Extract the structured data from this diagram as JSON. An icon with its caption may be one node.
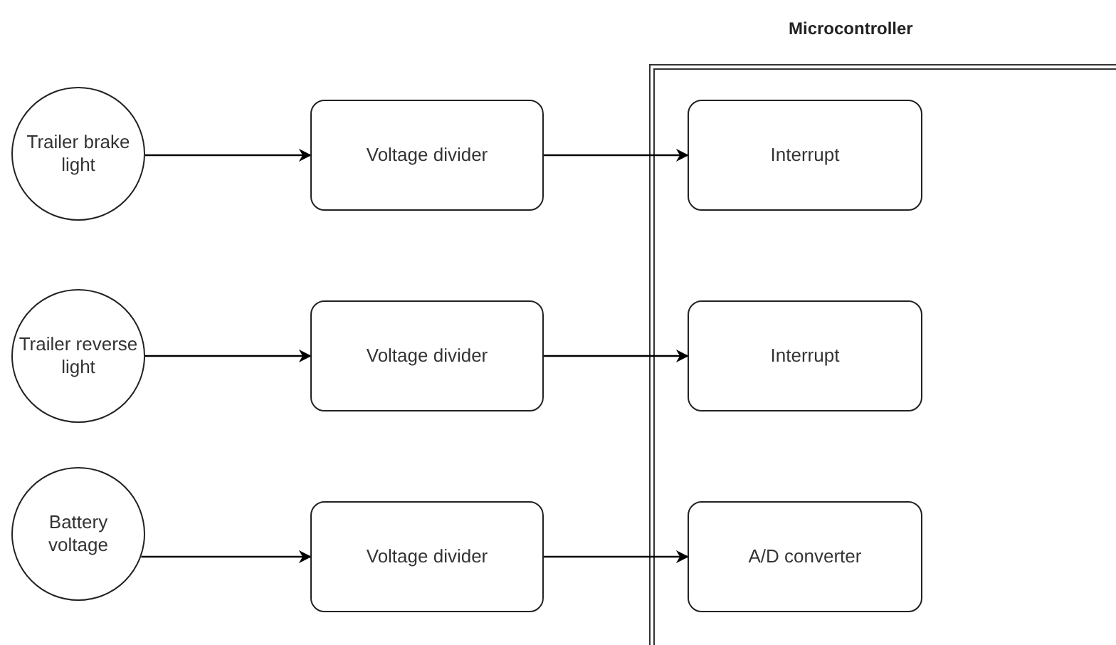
{
  "diagram": {
    "nodes": [
      {
        "text": [
          "Microcontroller"
        ]
      },
      {
        "text": [
          "Trailer brake light"
        ]
      },
      {
        "text": [
          "Voltage divider"
        ]
      },
      {
        "text": [
          "Interrupt"
        ],
        "in": 0
      },
      {
        "text": [
          "Trailer reverse light"
        ]
      },
      {
        "text": [
          "Voltage divider"
        ]
      },
      {
        "text": [
          "Interrupt"
        ],
        "in": 0
      },
      {
        "text": [
          "Battery voltage"
        ]
      },
      {
        "text": [
          "Voltage divider"
        ]
      },
      {
        "text": [
          "A/D converter"
        ],
        "in": 0
      }
    ],
    "edges": [
      {
        "from": 1,
        "to": 2,
        "arrow": "to"
      },
      {
        "from": 2,
        "to": 3,
        "arrow": "to"
      },
      {
        "from": 4,
        "to": 5,
        "arrow": "to"
      },
      {
        "from": 5,
        "to": 6,
        "arrow": "to"
      },
      {
        "from": 7,
        "to": 8,
        "arrow": "to"
      },
      {
        "from": 8,
        "to": 9,
        "arrow": "to"
      }
    ]
  }
}
